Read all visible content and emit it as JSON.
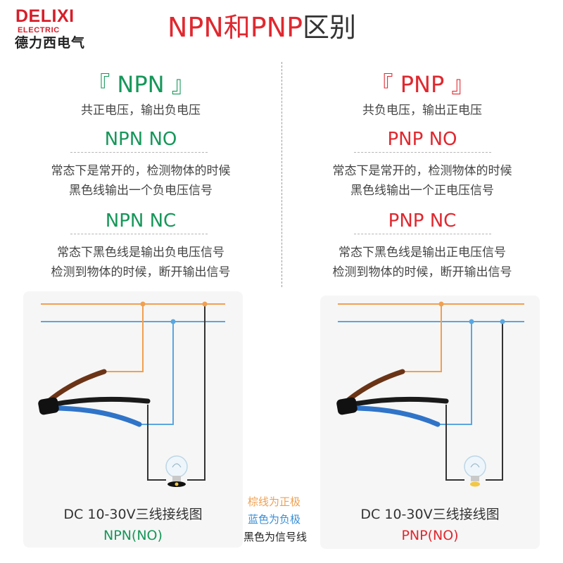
{
  "brand": {
    "name": "DELIXI",
    "sub": "ELECTRIC",
    "cn": "德力西电气"
  },
  "title": {
    "part1": "NPN和PNP",
    "part2": "区别"
  },
  "left": {
    "header": "『 NPN 』",
    "header_desc": "共正电压，输出负电压",
    "no_title": "NPN NO",
    "no_desc": [
      "常态下是常开的，检测物体的时候",
      "黑色线输出一个负电压信号"
    ],
    "nc_title": "NPN NC",
    "nc_desc": [
      "常态下黑色线是输出负电压信号",
      "检测到物体的时候，断开输出信号"
    ],
    "caption": "DC 10-30V三线接线图",
    "caption_type": "NPN(NO)"
  },
  "right": {
    "header": "『 PNP 』",
    "header_desc": "共负电压，输出正电压",
    "no_title": "PNP NO",
    "no_desc": [
      "常态下是常开的，检测物体的时候",
      "黑色线输出一个正电压信号"
    ],
    "nc_title": "PNP NC",
    "nc_desc": [
      "常态下黑色线是输出正电压信号",
      "检测到物体的时候，断开输出信号"
    ],
    "caption": "DC 10-30V三线接线图",
    "caption_type": "PNP(NO)"
  },
  "legend": {
    "brown": "棕线为正极",
    "blue": "蓝色为负极",
    "black": "黑色为信号线"
  },
  "colors": {
    "brand_red": "#d71e2a",
    "npn_green": "#16975a",
    "pnp_red": "#e0282f",
    "brown_wire": "#f0a050",
    "blue_wire": "#5aa6e0",
    "black_wire": "#333333"
  },
  "icons": {
    "lamp": "light-bulb-icon",
    "cable": "cable-icon"
  }
}
